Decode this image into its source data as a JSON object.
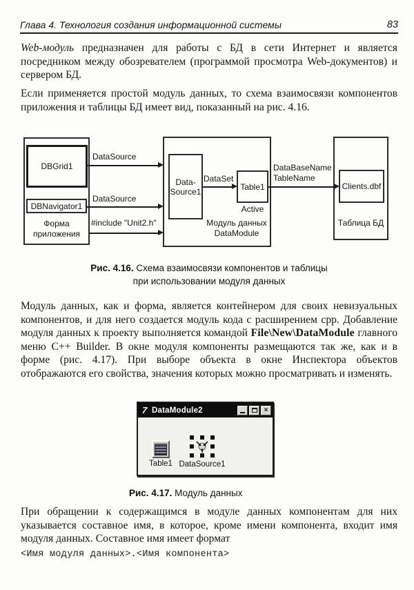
{
  "page": {
    "header": {
      "chapter": "Глава 4. Технология создания информационной системы",
      "page_number": "83"
    },
    "paragraphs": {
      "p1_lead": "Web-модуль",
      "p1_rest": " предназначен для работы с БД в сети Интернет и является посредником между обозревателем (программой просмотра Web-документов) и сервером БД.",
      "p2": "Если применяется простой модуль данных, то схема взаимосвязи компонентов приложения и таблицы БД имеет вид, показанный на рис. 4.16.",
      "p3_before": "Модуль данных, как и форма, является контейнером для своих невизуальных компонентов, и для него создается модуль кода с расширением cpp. Добавление модуля данных к проекту выполняется командой ",
      "p3_bold": "File\\New\\DataModule",
      "p3_after": " главного меню C++ Builder. В окне модуля компоненты размещаются так же, как и в форме (рис. 4.17). При выборе объекта в окне Инспектора объектов отображаются его свойства, значения которых можно просматривать и изменять.",
      "p4": "При обращении к содержащимся в модуле данных компонентам для них указывается составное имя, в которое, кроме имени компонента, входит имя модуля данных. Составное имя имеет формат",
      "code_line": "<Имя модуля данных>.<Имя компонента>"
    },
    "captions": {
      "fig16_label": "Рис. 4.16.",
      "fig16_line1": " Схема взаимосвязи компонентов и таблицы",
      "fig16_line2": "при использовании модуля данных",
      "fig17_label": "Рис. 4.17.",
      "fig17_text": " Модуль данных"
    }
  },
  "diagram": {
    "form_box": {
      "line1": "Форма",
      "line2": "приложения"
    },
    "dbgrid_label": "DBGrid1",
    "dbnavigator_label": "DBNavigator1",
    "arrow1_label": "DataSource",
    "arrow2_label": "DataSource",
    "arrow3_label": "#include \"Unit2.h\"",
    "datasource1_box": {
      "line1": "Data-",
      "line2": "Source1"
    },
    "dataset_label": "DataSet",
    "table1_label": "Table1",
    "active_label": "Active",
    "module_box": {
      "line1": "Модуль данных",
      "line2": "DataModule"
    },
    "dbname_label": {
      "line1": "DataBaseName",
      "line2": "TableName"
    },
    "clients_label": "Clients.dbf",
    "table_bd_label": "Таблица БД"
  },
  "window": {
    "title": "DataModule2",
    "icon_glyph": "7",
    "buttons": {
      "minimize": "_",
      "maximize": "□",
      "close": "×"
    },
    "items": {
      "table1": "Table1",
      "datasource1": "DataSource1"
    }
  },
  "colors": {
    "text": "#1a1a1a",
    "titlebar": "#0c0c0c",
    "window_body": "#f1f1ed",
    "line": "#1b1b1b"
  }
}
